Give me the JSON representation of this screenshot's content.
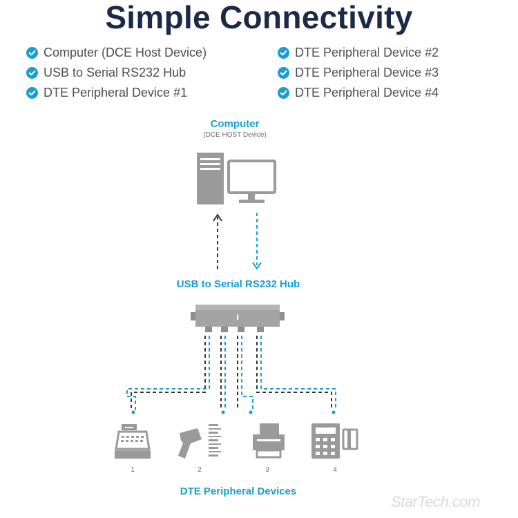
{
  "title": "Simple Connectivity",
  "list_left": [
    "Computer (DCE Host Device)",
    "USB to Serial RS232 Hub",
    "DTE Peripheral Device #1"
  ],
  "list_right": [
    "DTE Peripheral Device #2",
    "DTE Peripheral Device #3",
    "DTE Peripheral Device #4"
  ],
  "computer_label": "Computer",
  "computer_sublabel": "(DCE HOST Device)",
  "hub_label": "USB to Serial RS232 Hub",
  "devices_label": "DTE Peripheral Devices",
  "device_numbers": [
    "1",
    "2",
    "3",
    "4"
  ],
  "devices": [
    {
      "icon": "cash-register-icon"
    },
    {
      "icon": "barcode-scanner-icon"
    },
    {
      "icon": "printer-icon"
    },
    {
      "icon": "card-terminal-icon"
    }
  ],
  "watermark": "StarTech.com",
  "colors": {
    "title": "#1c2a45",
    "accent_blue": "#1a9ed0",
    "icon_gray": "#9a9a9a",
    "text_gray": "#4a4d55",
    "dashed_dark": "#333333"
  }
}
